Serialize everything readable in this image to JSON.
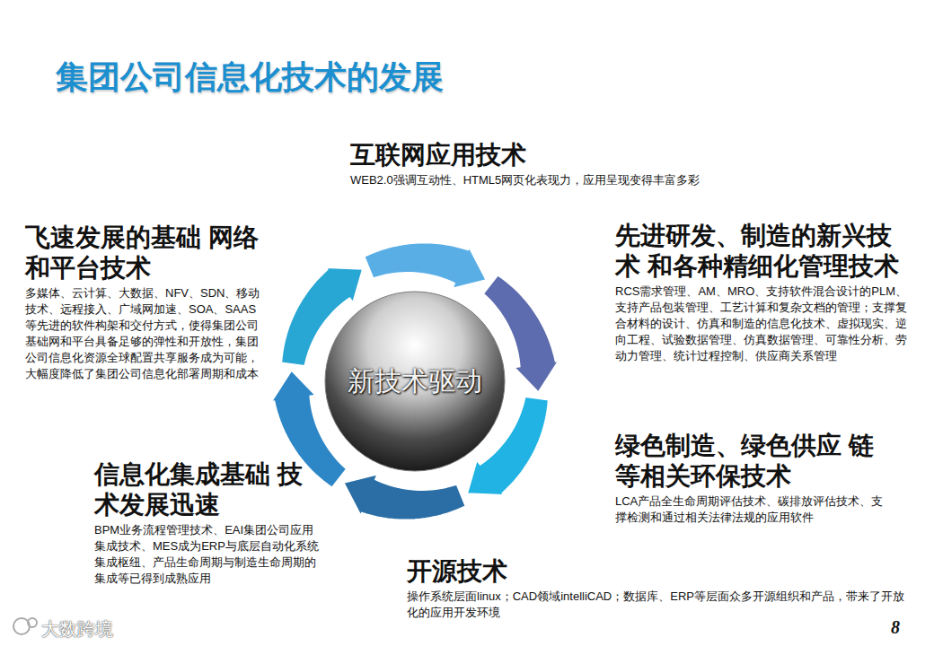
{
  "diagram": {
    "title": "集团公司信息化技术的发展",
    "nodes": [
      {
        "text": [
          "新技术驱动"
        ]
      },
      {
        "text": [
          "互联网应用技术",
          "WEB2.0强调互动性、HTML5网页化表现力，应用呈现变得丰富多彩"
        ]
      },
      {
        "text": [
          "先进研发、制造的新兴技术 和各种精细化管理技术",
          "RCS需求管理、AM、MRO、支持软件混合设计的PLM、支持产品包装管理、工艺计算和复杂文档的管理；支撑复合材料的设计、仿真和制造的信息化技术、虚拟现实、逆向工程、试验数据管理、仿真数据管理、可靠性分析、劳动力管理、统计过程控制、供应商关系管理"
        ]
      },
      {
        "text": [
          "绿色制造、绿色供应 链等相关环保技术",
          "LCA产品全生命周期评估技术、碳排放评估技术、支撑检测和通过相关法律法规的应用软件"
        ]
      },
      {
        "text": [
          "开源技术",
          "操作系统层面linux；CAD领域intelliCAD；数据库、ERP等层面众多开源组织和产品，带来了开放化的应用开发环境"
        ]
      },
      {
        "text": [
          "信息化集成基础 技术发展迅速",
          "BPM业务流程管理技术、EAI集团公司应用集成技术、MES成为ERP与底层自动化系统集成枢纽、产品生命周期与制造生命周期的集成等已得到成熟应用"
        ]
      },
      {
        "text": [
          "飞速发展的基础 网络和平台技术",
          "多媒体、云计算、大数据、NFV、SDN、移动技术、远程接入、广域网加速、SOA、SAAS等先进的软件构架和交付方式，使得集团公司基础网和平台具备足够的弹性和开放性，集团公司信息化资源全球配置共享服务成为可能，大幅度降低了集团公司信息化部署周期和成本"
        ]
      }
    ],
    "labels": [
      "8",
      "大数跨境"
    ]
  }
}
